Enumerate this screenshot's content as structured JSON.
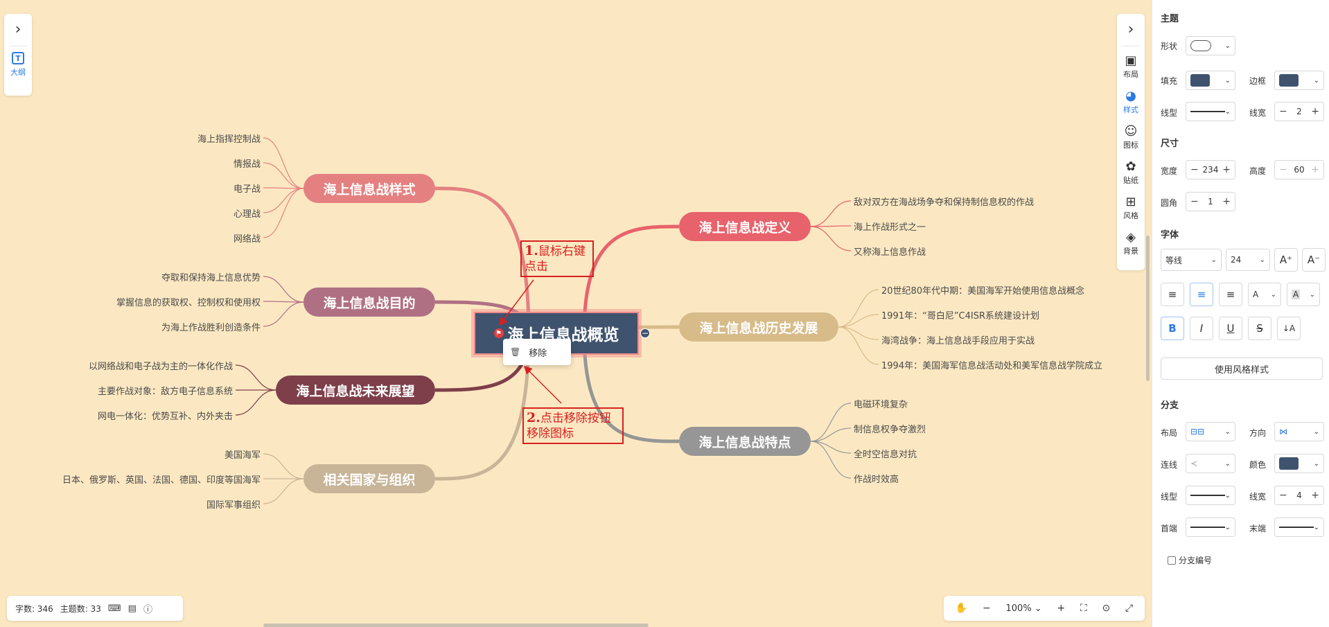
{
  "mindmap": {
    "root": {
      "label": "海上信息战概览",
      "color": "#3f536e",
      "flag_icon": "flag-icon"
    },
    "branches": [
      {
        "label": "海上信息战定义",
        "color": "#e8626b",
        "side": "right",
        "children": [
          "敌对双方在海战场争夺和保持制信息权的作战",
          "海上作战形式之一",
          "又称海上信息作战"
        ]
      },
      {
        "label": "海上信息战历史发展",
        "color": "#d7bb89",
        "side": "right",
        "children": [
          "20世纪80年代中期：美国海军开始使用信息战概念",
          "1991年：“哥白尼”C4ISR系统建设计划",
          "海湾战争：海上信息战手段应用于实战",
          "1994年：美国海军信息战活动处和美军信息战学院成立"
        ]
      },
      {
        "label": "海上信息战特点",
        "color": "#969696",
        "side": "right",
        "children": [
          "电磁环境复杂",
          "制信息权争夺激烈",
          "全时空信息对抗",
          "作战时效高"
        ]
      },
      {
        "label": "海上信息战样式",
        "color": "#e58080",
        "side": "left",
        "children": [
          "海上指挥控制战",
          "情报战",
          "电子战",
          "心理战",
          "网络战"
        ]
      },
      {
        "label": "海上信息战目的",
        "color": "#b07083",
        "side": "left",
        "children": [
          "夺取和保持海上信息优势",
          "掌握信息的获取权、控制权和使用权",
          "为海上作战胜利创造条件"
        ]
      },
      {
        "label": "海上信息战未来展望",
        "color": "#7e3f4a",
        "side": "left",
        "children": [
          "以网络战和电子战为主的一体化作战",
          "主要作战对象：敌方电子信息系统",
          "网电一体化：优势互补、内外夹击"
        ]
      },
      {
        "label": "相关国家与组织",
        "color": "#c8b497",
        "side": "left",
        "children": [
          "美国海军",
          "日本、俄罗斯、英国、法国、德国、印度等国海军",
          "国际军事组织"
        ]
      }
    ]
  },
  "context_menu": {
    "remove_label": "移除",
    "icon": "trash-icon"
  },
  "annotations": {
    "a1_num": "1.",
    "a1_line1": "鼠标右键",
    "a1_line2": "点击",
    "a2_num": "2.",
    "a2_line1": "点击移除按钮",
    "a2_line2": "移除图标"
  },
  "left_panel": {
    "outline_label": "大纲"
  },
  "right_toolbar": {
    "items": [
      {
        "label": "布局",
        "icon": "layout-icon"
      },
      {
        "label": "样式",
        "icon": "palette-icon",
        "active": true
      },
      {
        "label": "图标",
        "icon": "smiley-icon"
      },
      {
        "label": "贴纸",
        "icon": "sticker-icon"
      },
      {
        "label": "风格",
        "icon": "grid-icon"
      },
      {
        "label": "背景",
        "icon": "layers-icon"
      }
    ]
  },
  "status": {
    "word_count": "字数: 346",
    "topic_count": "主题数: 33"
  },
  "zoom": {
    "level": "100%"
  },
  "side_panel": {
    "topic_title": "主题",
    "shape_label": "形状",
    "fill_label": "填充",
    "border_label": "边框",
    "line_type_label": "线型",
    "line_width_label": "线宽",
    "line_width_value": "2",
    "size_title": "尺寸",
    "width_label": "宽度",
    "width_value": "234",
    "height_label": "高度",
    "height_value": "60",
    "radius_label": "圆角",
    "radius_value": "1",
    "font_title": "字体",
    "font_family": "等线",
    "font_size": "24",
    "font_increase": "A⁺",
    "font_decrease": "A⁻",
    "font_color_glyph": "A",
    "highlight_glyph": "A",
    "bold": "B",
    "italic": "I",
    "underline": "U",
    "strike": "S",
    "line_height_glyph": "↓A",
    "use_style_button": "使用风格样式",
    "branch_title": "分支",
    "layout_label": "布局",
    "direction_label": "方向",
    "connector_label": "连线",
    "color_label": "颜色",
    "branch_line_type_label": "线型",
    "branch_line_width_label": "线宽",
    "branch_line_width_value": "4",
    "start_label": "首端",
    "end_label": "末端",
    "branch_numbering_label": "分支编号",
    "fill_color": "#3f536e",
    "border_color": "#3f536e",
    "branch_color": "#3f536e"
  }
}
